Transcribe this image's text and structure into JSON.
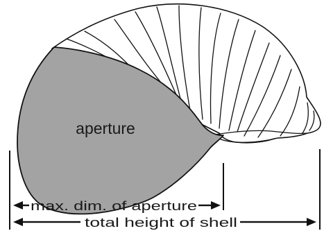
{
  "diagram": {
    "labels": {
      "aperture": "aperture",
      "max_dim": "max. dim. of aperture",
      "total_height": "total height of shell"
    },
    "colors": {
      "aperture_fill": "#a3a3a3",
      "outline": "#111111",
      "background": "#ffffff"
    }
  }
}
